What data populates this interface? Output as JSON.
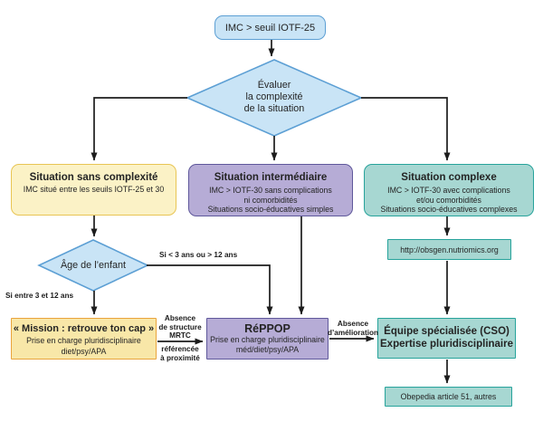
{
  "colors": {
    "blue_fill": "#C9E4F6",
    "blue_border": "#5C9FD4",
    "yellow_fill": "#FBF2C6",
    "yellow_border": "#E8C554",
    "mission_fill": "#F8E7A8",
    "mission_border": "#E9A43C",
    "purple_fill": "#B6ACD6",
    "purple_border": "#5F589B",
    "teal_fill": "#A7D7D2",
    "teal_border": "#27A39B",
    "arrow": "#1C1C1C",
    "text": "#242424"
  },
  "nodes": {
    "start": {
      "label": "IMC > seuil IOTF-25"
    },
    "evaluate": {
      "label": "Évaluer\nla complexité\nde la situation"
    },
    "simple": {
      "title": "Situation sans complexité",
      "body": "IMC situé entre les seuils IOTF-25 et 30"
    },
    "intermediate": {
      "title": "Situation intermédiaire",
      "body": "IMC > IOTF-30 sans complications\nni comorbidités\nSituations socio-éducatives simples"
    },
    "complex": {
      "title": "Situation complexe",
      "body": "IMC > IOTF-30 avec complications\net/ou comorbidités\nSituations socio-éducatives complexes"
    },
    "age": {
      "label": "Âge de l’enfant"
    },
    "mission": {
      "title": "« Mission : retrouve ton cap »",
      "body": "Prise en charge pluridisciplinaire\ndiet/psy/APA"
    },
    "reppop": {
      "title": "RéPPOP",
      "body": "Prise en charge pluridisciplinaire\nméd/diet/psy/APA"
    },
    "website": {
      "label": "http://obsgen.nutriomics.org"
    },
    "team": {
      "label": "Équipe spécialisée (CSO)\nExpertise pluridisciplinaire"
    },
    "obepedia": {
      "label": "Obepedia article 51, autres"
    }
  },
  "edge_labels": {
    "age_young": "Si entre 3 et 12 ans",
    "age_other": "Si < 3 ans ou > 12 ans",
    "no_structure_top": "Absence\nde structure\nMRTC",
    "no_structure_bottom": "référencée\nà proximité",
    "no_improvement": "Absence\nd’amélioration"
  }
}
